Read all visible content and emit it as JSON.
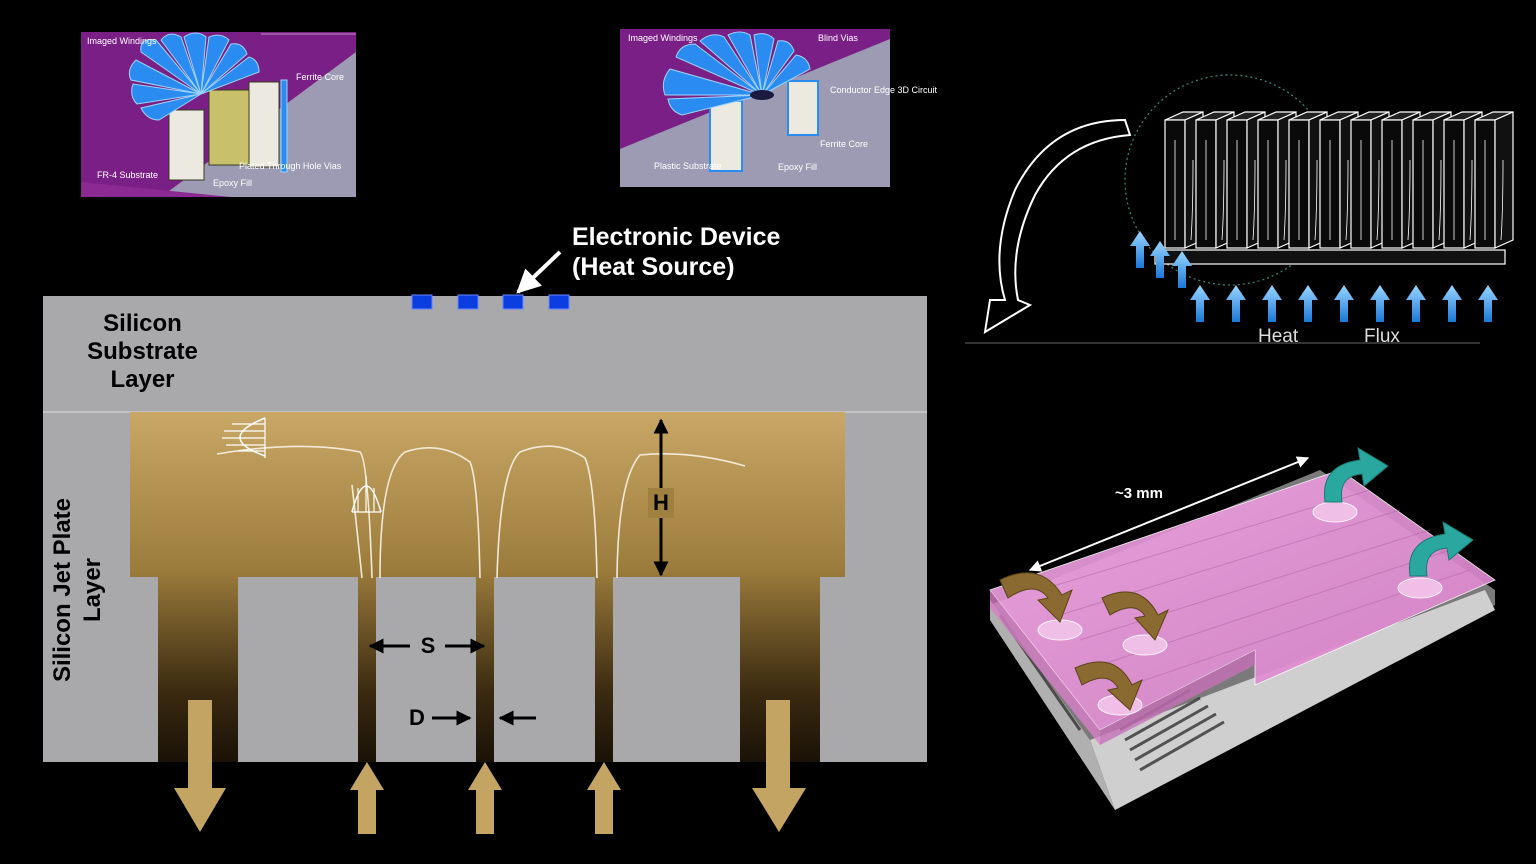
{
  "inductor_pcb": {
    "imaged_windings": "Imaged Windings",
    "ferrite_core": "Ferrite Core",
    "plated_through_hole_vias": "Plated Through Hole Vias",
    "epoxy_fill": "Epoxy Fill",
    "fr4_substrate": "FR-4 Substrate"
  },
  "inductor_plastic": {
    "imaged_windings": "Imaged Windings",
    "blind_vias": "Blind Vias",
    "conductor_edge": "Conductor Edge 3D Circuit",
    "ferrite_core": "Ferrite Core",
    "epoxy_fill": "Epoxy Fill",
    "plastic_substrate": "Plastic Substrate"
  },
  "jet_diagram": {
    "device_label_line1": "Electronic Device",
    "device_label_line2": "(Heat Source)",
    "substrate_label_line1": "Silicon",
    "substrate_label_line2": "Substrate",
    "substrate_label_line3": "Layer",
    "jet_plate_label_line1": "Silicon Jet Plate",
    "jet_plate_label_line2": "Layer",
    "dim_h": "H",
    "dim_s": "S",
    "dim_d": "D",
    "colors": {
      "gray": "#a9a8ab",
      "gold": "#c0a060",
      "blue_chip": "#0a3ee0"
    }
  },
  "heat_sink": {
    "heat_label": "Heat",
    "flux_label": "Flux"
  },
  "cooler_3d": {
    "dimension": "~3 mm",
    "colors": {
      "pink": "#e58ad8",
      "teal_arrow": "#2aa8a0",
      "brown_arrow": "#8a6a30"
    }
  }
}
